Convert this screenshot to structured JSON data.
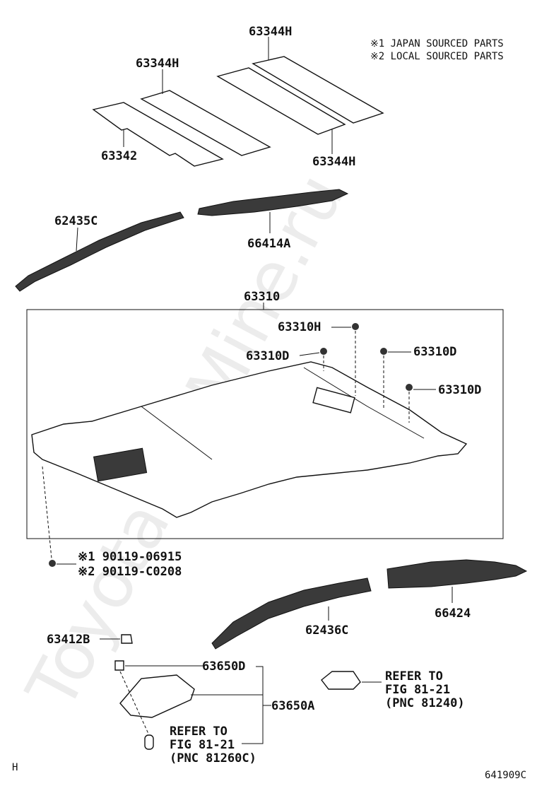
{
  "watermark": "ToyotaCarMine.ru",
  "notes": [
    "※1 JAPAN SOURCED PARTS",
    "※2 LOCAL SOURCED PARTS"
  ],
  "labels": {
    "p63344h_top": "63344H",
    "p63344h_mid": "63344H",
    "p63342": "63342",
    "p63344h_low": "63344H",
    "p62435c": "62435C",
    "p66414a": "66414A",
    "p63310": "63310",
    "p63310h": "63310H",
    "p63310d_a": "63310D",
    "p63310d_b": "63310D",
    "p63310d_c": "63310D",
    "p90119_1": "※1 90119-06915",
    "p90119_2": "※2 90119-C0208",
    "p62436c": "62436C",
    "p66424": "66424",
    "p63412b": "63412B",
    "p63650d": "63650D",
    "p63650a": "63650A"
  },
  "refs": {
    "right": [
      "REFER TO",
      "FIG 81-21",
      "(PNC 81240)"
    ],
    "left": [
      "REFER TO",
      "FIG 81-21",
      "(PNC 81260C)"
    ]
  },
  "corner_left": "H",
  "figure_code": "641909C"
}
